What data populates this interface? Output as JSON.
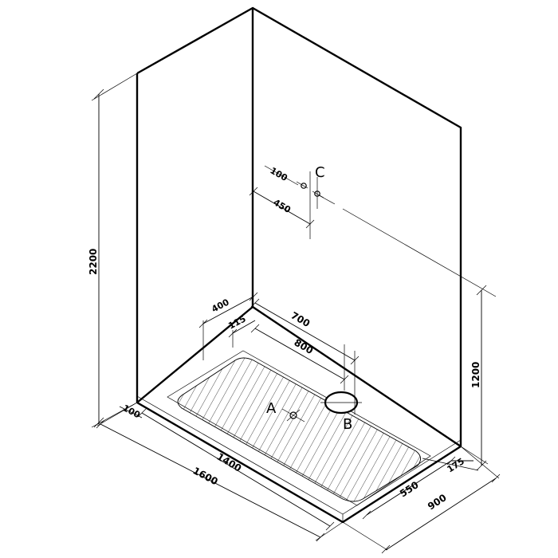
{
  "dimensions": {
    "wall_height": "2200",
    "fixture_height": "1200",
    "tray_length_outer": "1600",
    "tray_length_inner": "1400",
    "tray_width": "900",
    "drain_offset": "550",
    "side_margin": "175",
    "front_margin": "100",
    "left_offset": "400",
    "inner_offset": "115",
    "drain_distance_a": "700",
    "drain_distance_b": "800",
    "valve_offset": "450",
    "valve_spacing": "100"
  },
  "labels": {
    "drain": "A",
    "waste": "B",
    "valve": "C"
  },
  "colors": {
    "line": "#000000",
    "background": "#ffffff"
  }
}
